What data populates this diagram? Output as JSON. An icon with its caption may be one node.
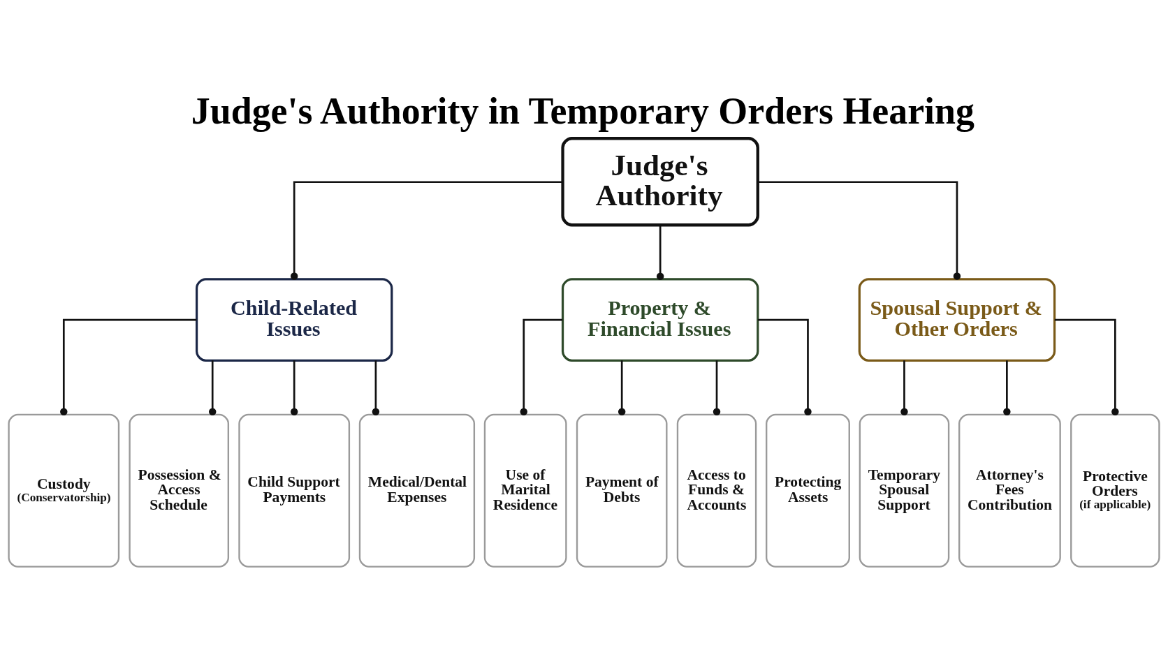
{
  "diagram": {
    "title": "Judge's Authority in Temporary Orders Hearing",
    "nodes": [
      {
        "text": [
          "Judge's Authority"
        ]
      },
      {
        "text": [
          "Child-Related Issues"
        ]
      },
      {
        "text": [
          "Property & Financial Issues"
        ]
      },
      {
        "text": [
          "Spousal Support & Other Orders"
        ]
      },
      {
        "text": [
          "Custody",
          "(Conservatorship)"
        ]
      },
      {
        "text": [
          "Possession & Access Schedule"
        ]
      },
      {
        "text": [
          "Child Support Payments"
        ]
      },
      {
        "text": [
          "Medical/Dental Expenses"
        ]
      },
      {
        "text": [
          "Use of Marital Residence"
        ]
      },
      {
        "text": [
          "Payment of Debts"
        ]
      },
      {
        "text": [
          "Access to Funds & Accounts"
        ]
      },
      {
        "text": [
          "Protecting Assets"
        ]
      },
      {
        "text": [
          "Temporary Spousal Support"
        ]
      },
      {
        "text": [
          "Attorney's Fees Contribution"
        ]
      },
      {
        "text": [
          "Protective Orders",
          "(if applicable)"
        ]
      }
    ],
    "edges": [
      {
        "from": 0,
        "to": 1,
        "arrow": "other"
      },
      {
        "from": 0,
        "to": 2,
        "arrow": "other"
      },
      {
        "from": 0,
        "to": 3,
        "arrow": "other"
      },
      {
        "from": 1,
        "to": 4,
        "arrow": "other"
      },
      {
        "from": 1,
        "to": 5,
        "arrow": "other"
      },
      {
        "from": 1,
        "to": 6,
        "arrow": "other"
      },
      {
        "from": 1,
        "to": 7,
        "arrow": "other"
      },
      {
        "from": 2,
        "to": 8,
        "arrow": "other"
      },
      {
        "from": 2,
        "to": 9,
        "arrow": "other"
      },
      {
        "from": 2,
        "to": 10,
        "arrow": "other"
      },
      {
        "from": 2,
        "to": 11,
        "arrow": "other"
      },
      {
        "from": 3,
        "to": 12,
        "arrow": "other"
      },
      {
        "from": 3,
        "to": 13,
        "arrow": "other"
      },
      {
        "from": 3,
        "to": 14,
        "arrow": "other"
      }
    ]
  }
}
